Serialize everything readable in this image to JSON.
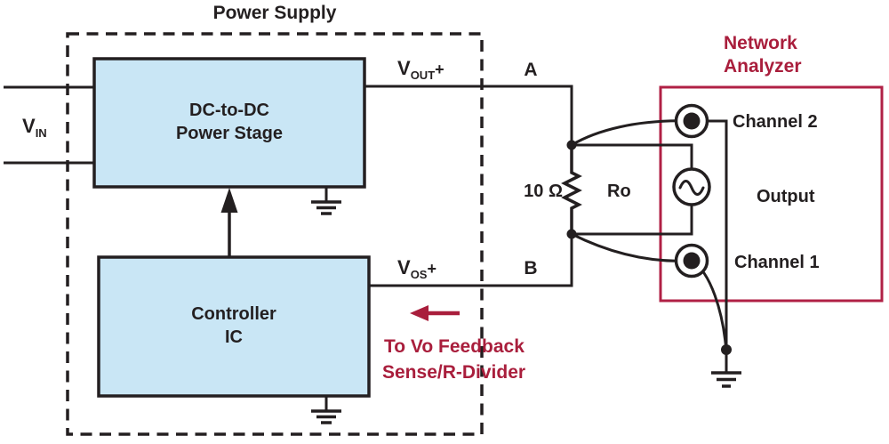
{
  "diagram": {
    "power_supply": {
      "title": "Power Supply",
      "power_stage_line1": "DC-to-DC",
      "power_stage_line2": "Power Stage",
      "controller_line1": "Controller",
      "controller_line2": "IC"
    },
    "labels": {
      "vin_main": "V",
      "vin_sub": "IN",
      "vout_main": "V",
      "vout_sub": "OUT",
      "vout_suffix": "+",
      "vos_main": "V",
      "vos_sub": "OS",
      "vos_suffix": "+",
      "node_a": "A",
      "node_b": "B",
      "resistor_value": "10 Ω",
      "resistor_name": "Ro",
      "feedback_line1": "To Vo Feedback",
      "feedback_line2": "Sense/R-Divider"
    },
    "network_analyzer": {
      "title_line1": "Network",
      "title_line2": "Analyzer",
      "channel2_label": "Channel 2",
      "output_label": "Output",
      "channel1_label": "Channel 1"
    },
    "colors": {
      "accent_red": "#B02045",
      "accent_red_text": "#A91E3C",
      "block_fill": "#C9E6F5",
      "ink": "#231F20"
    }
  }
}
